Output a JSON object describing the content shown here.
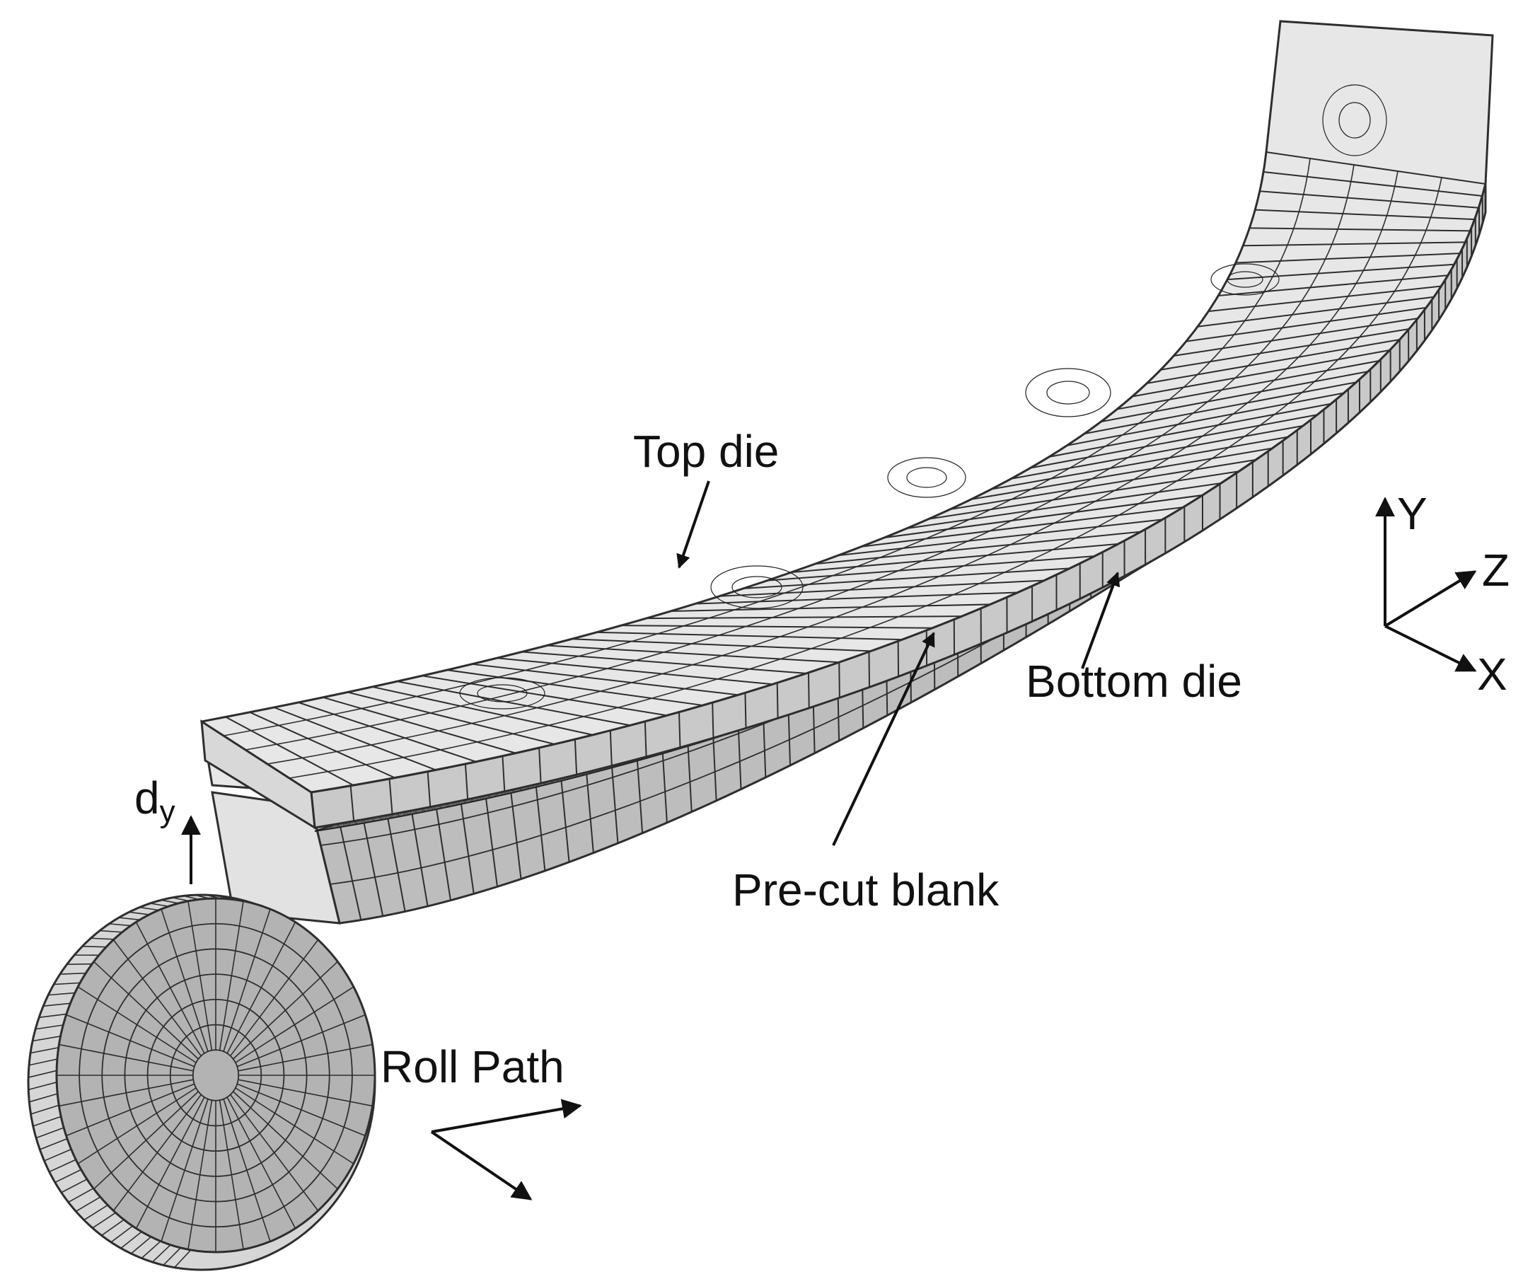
{
  "labels": {
    "top_die": "Top die",
    "bottom_die": "Bottom die",
    "pre_cut_blank": "Pre-cut blank",
    "roll_path": "Roll Path",
    "dy_main": "d",
    "dy_sub": "y"
  },
  "axes": {
    "y": "Y",
    "z": "Z",
    "x": "X"
  },
  "colors": {
    "top_face": "#e7e7e7",
    "side_face": "#c9c9c9",
    "bottom_side": "#bdbdbd",
    "roll_face": "#b3b3b3",
    "blank": "#707070",
    "mesh": "#2e2e2e"
  }
}
